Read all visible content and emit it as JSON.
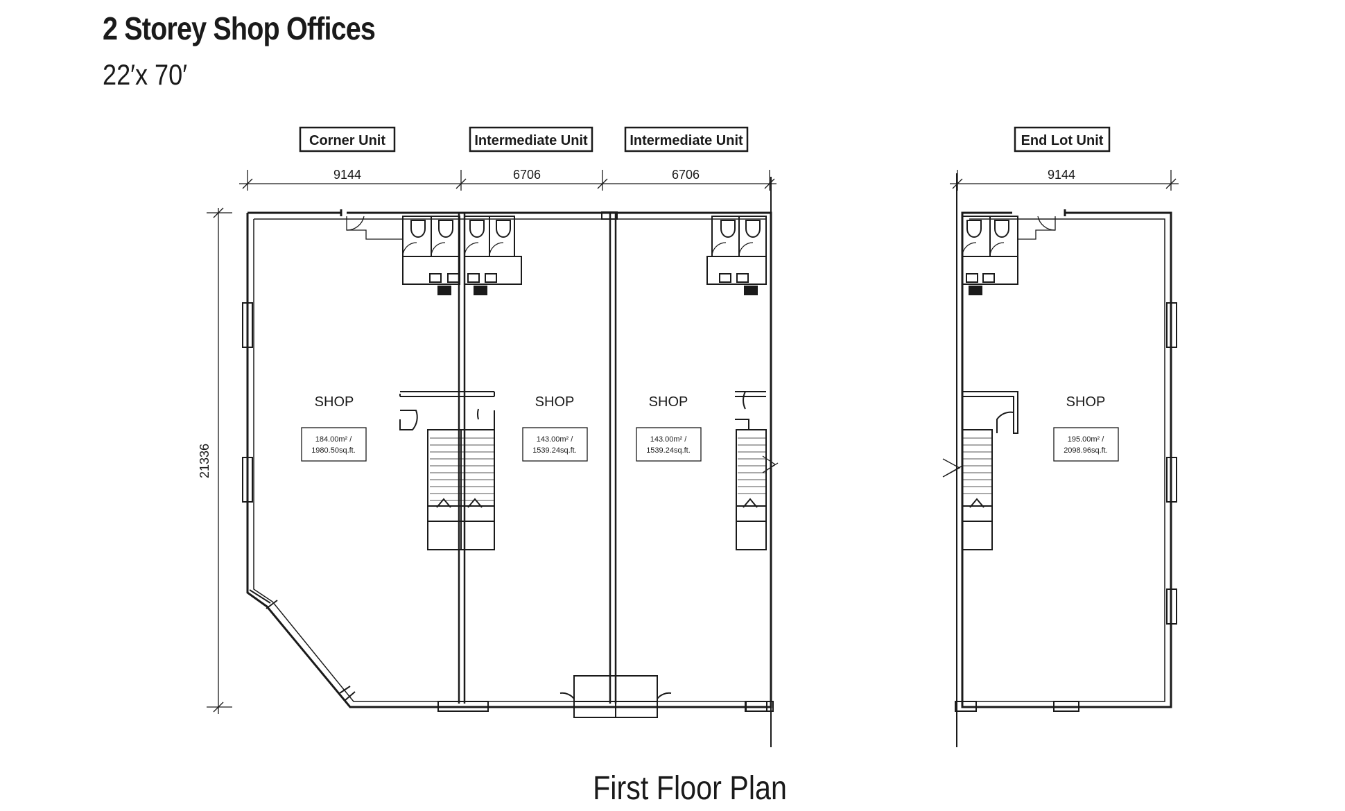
{
  "header": {
    "title": "2 Storey Shop Offices",
    "size": "22′x 70′"
  },
  "caption": "First Floor Plan",
  "units": {
    "corner": {
      "label": "Corner Unit",
      "width": "9144",
      "room": "SHOP",
      "area_m": "184.00m² /",
      "area_ft": "1980.50sq.ft."
    },
    "intermediate_1": {
      "label": "Intermediate Unit",
      "width": "6706",
      "room": "SHOP",
      "area_m": "143.00m² /",
      "area_ft": "1539.24sq.ft."
    },
    "intermediate_2": {
      "label": "Intermediate Unit",
      "width": "6706",
      "room": "SHOP",
      "area_m": "143.00m² /",
      "area_ft": "1539.24sq.ft."
    },
    "end_lot": {
      "label": "End Lot Unit",
      "width": "9144",
      "room": "SHOP",
      "area_m": "195.00m² /",
      "area_ft": "2098.96sq.ft."
    }
  },
  "depth": "21336",
  "colors": {
    "line": "#1a1a1a",
    "background": "#ffffff"
  }
}
